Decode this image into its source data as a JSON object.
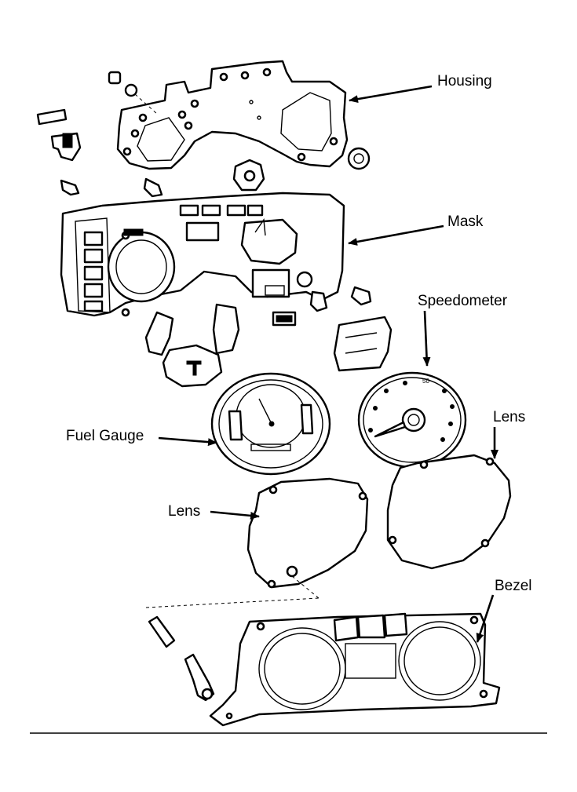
{
  "labels": {
    "housing": "Housing",
    "mask": "Mask",
    "speedometer": "Speedometer",
    "lens_right": "Lens",
    "fuel_gauge": "Fuel Gauge",
    "lens_left": "Lens",
    "bezel": "Bezel"
  },
  "speedometer_dial": {
    "tick_label": "50"
  },
  "colors": {
    "ink": "#000000",
    "paper": "#ffffff"
  }
}
